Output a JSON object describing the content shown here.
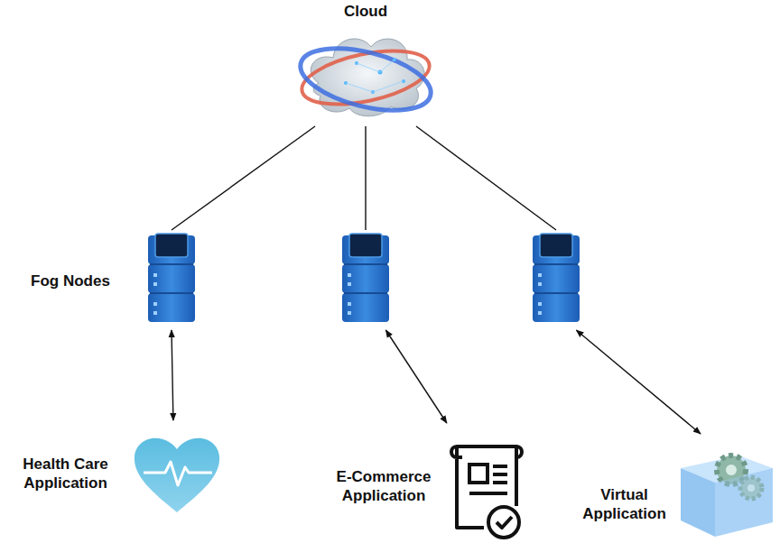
{
  "diagram": {
    "nodes": [
      {
        "text": [
          "Cloud"
        ]
      },
      {
        "text": []
      },
      {
        "text": []
      },
      {
        "text": []
      },
      {
        "text": [
          "Health Care Application"
        ]
      },
      {
        "text": [
          "E-Commerce Application"
        ]
      },
      {
        "text": [
          "Virtual Application"
        ]
      }
    ],
    "edges": [
      {
        "from": 0,
        "to": 1,
        "arrow": "none"
      },
      {
        "from": 0,
        "to": 2,
        "arrow": "none"
      },
      {
        "from": 0,
        "to": 3,
        "arrow": "none"
      },
      {
        "from": 1,
        "to": 4,
        "arrow": "both"
      },
      {
        "from": 2,
        "to": 5,
        "arrow": "both"
      },
      {
        "from": 3,
        "to": 6,
        "arrow": "both"
      }
    ],
    "labels": [
      "Fog Nodes"
    ]
  }
}
